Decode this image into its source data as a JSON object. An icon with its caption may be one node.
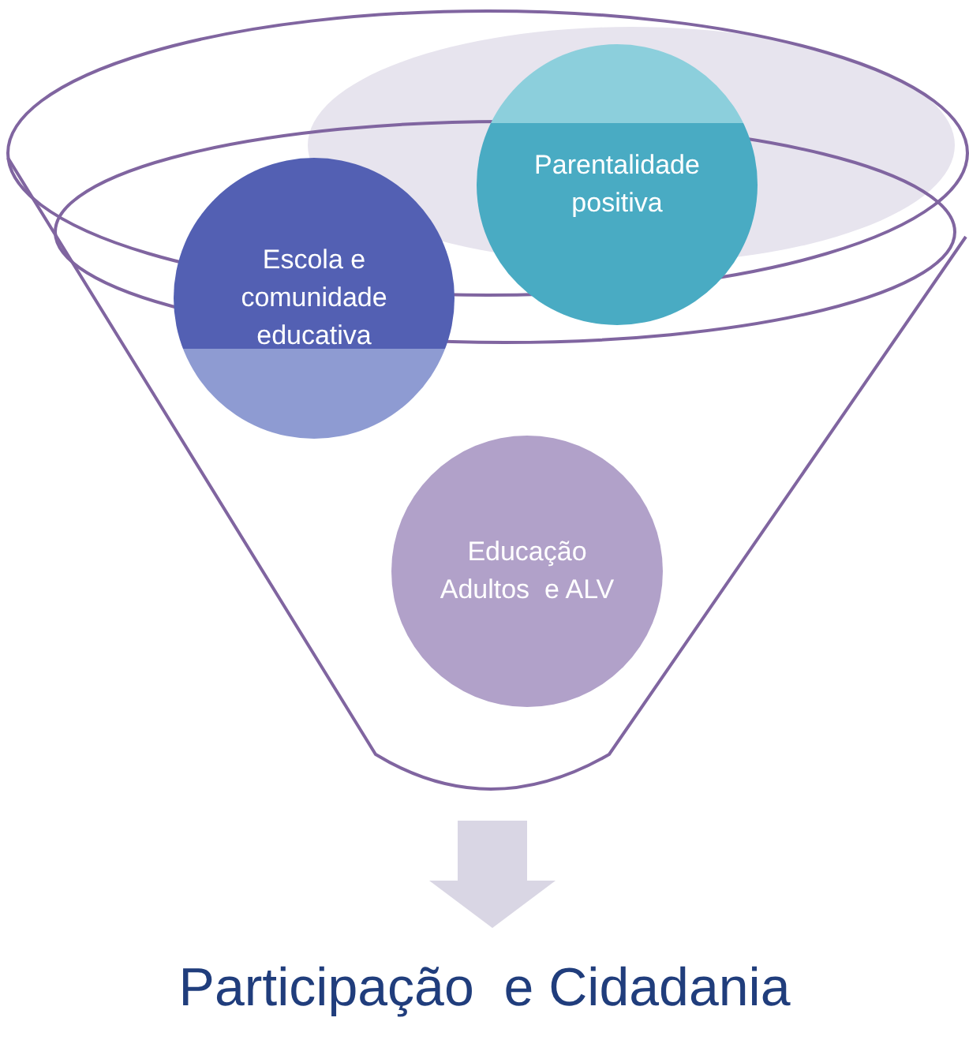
{
  "diagram": {
    "nodes": [
      {
        "text": [],
        "shape": "funnel"
      },
      {
        "text": [
          "Escola e comunidade educativa"
        ],
        "in": 0
      },
      {
        "text": [
          "Parentalidade positiva"
        ],
        "in": 0
      },
      {
        "text": [
          "Educação Adultos  e ALV"
        ],
        "in": 0
      },
      {
        "text": [
          "Participação  e Cidadania"
        ]
      }
    ],
    "edges": [
      {
        "from": 0,
        "to": 4,
        "arrow": "to",
        "style": "thick",
        "color": "#d9d6e4"
      }
    ]
  }
}
